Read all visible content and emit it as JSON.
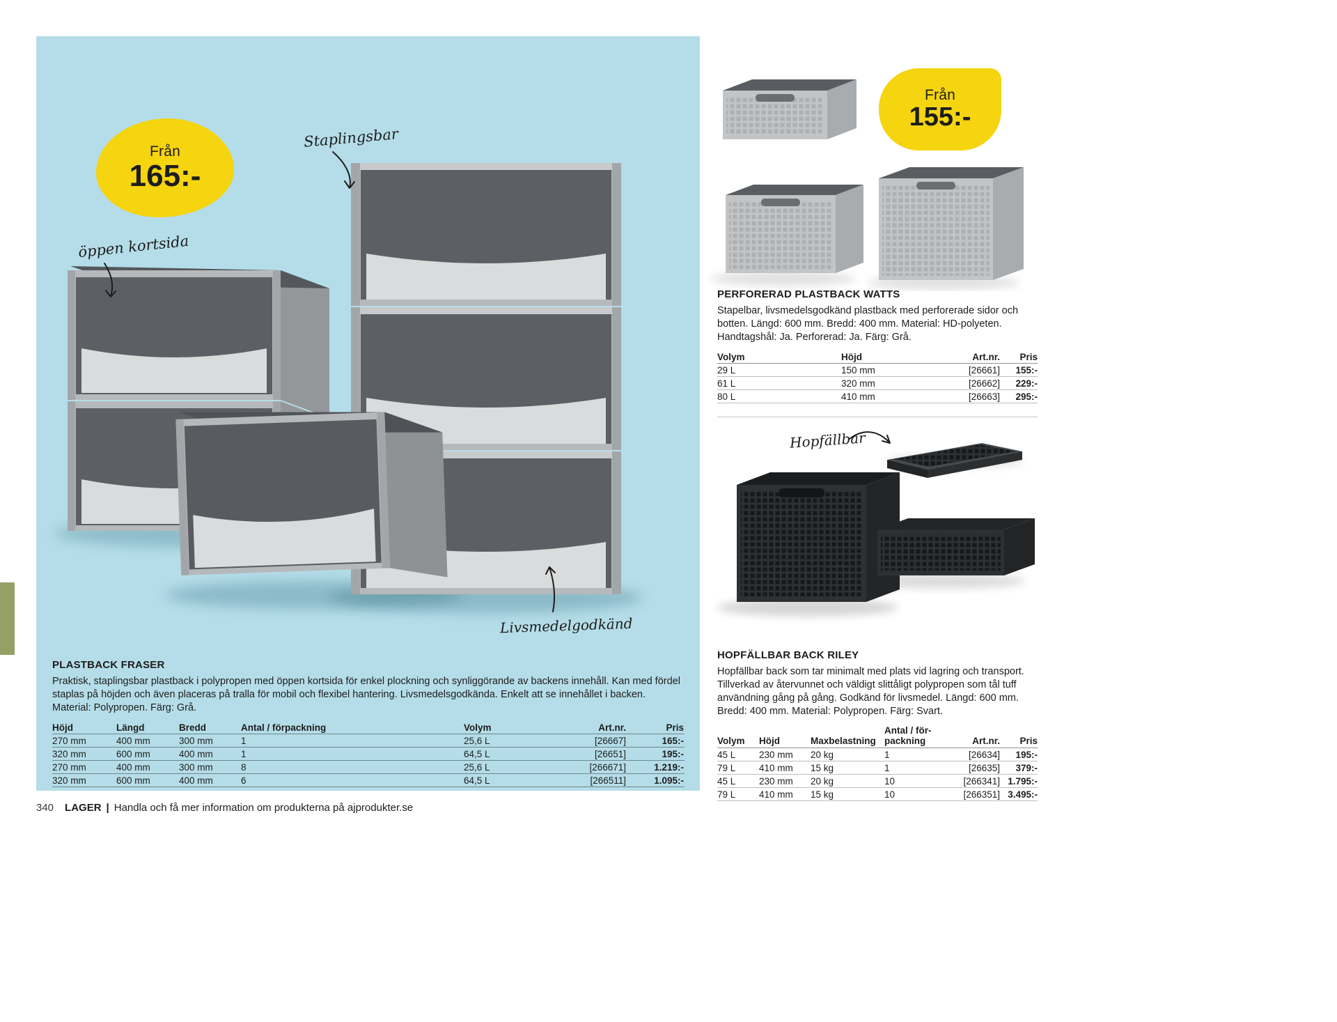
{
  "colors": {
    "panel_blue": "#b5dde9",
    "badge_yellow": "#f5d410",
    "tab_green": "#93a164"
  },
  "badges": {
    "fraser": {
      "prefix": "Från",
      "price": "165:-"
    },
    "watts": {
      "prefix": "Från",
      "price": "155:-"
    }
  },
  "annotations": {
    "staplingsbar": "Staplingsbar",
    "oppen_kortsida": "öppen kortsida",
    "livsmedelgodkand": "Livsmedelgodkänd",
    "hopfallbar": "Hopfällbar"
  },
  "fraser": {
    "title": "PLASTBACK FRASER",
    "description": "Praktisk, staplingsbar plastback i polypropen med öppen kortsida för enkel plockning och synliggörande av backens innehåll. Kan med fördel staplas på höjden och även placeras på tralla för mobil och flexibel hantering. Livsmedelsgodkända. Enkelt att se innehållet i backen. Material: Polypropen. Färg: Grå.",
    "table": {
      "headers": [
        "Höjd",
        "Längd",
        "Bredd",
        "Antal / förpackning",
        "Volym",
        "Art.nr.",
        "Pris"
      ],
      "rows": [
        [
          "270 mm",
          "400 mm",
          "300 mm",
          "1",
          "25,6 L",
          "[26667]",
          "165:-"
        ],
        [
          "320 mm",
          "600 mm",
          "400 mm",
          "1",
          "64,5 L",
          "[26651]",
          "195:-"
        ],
        [
          "270 mm",
          "400 mm",
          "300 mm",
          "8",
          "25,6 L",
          "[266671]",
          "1.219:-"
        ],
        [
          "320 mm",
          "600 mm",
          "400 mm",
          "6",
          "64,5 L",
          "[266511]",
          "1.095:-"
        ]
      ]
    }
  },
  "watts": {
    "title": "PERFORERAD PLASTBACK WATTS",
    "description": "Stapelbar, livsmedelsgodkänd plastback med perforerade sidor och botten. Längd: 600 mm. Bredd: 400 mm. Material: HD-polyeten. Handtagshål: Ja. Perforerad: Ja. Färg: Grå.",
    "table": {
      "headers": [
        "Volym",
        "Höjd",
        "Art.nr.",
        "Pris"
      ],
      "rows": [
        [
          "29 L",
          "150 mm",
          "[26661]",
          "155:-"
        ],
        [
          "61 L",
          "320 mm",
          "[26662]",
          "229:-"
        ],
        [
          "80 L",
          "410 mm",
          "[26663]",
          "295:-"
        ]
      ]
    }
  },
  "riley": {
    "title": "HOPFÄLLBAR BACK RILEY",
    "description": "Hopfällbar back som tar minimalt med plats vid lagring och transport. Tillverkad av återvunnet och väldigt slittåligt polypropen som tål tuff användning gång på gång. Godkänd för livsmedel. Längd: 600 mm. Bredd: 400 mm. Material: Polypropen. Färg: Svart.",
    "table": {
      "headers": [
        "Volym",
        "Höjd",
        "Maxbelastning",
        "Antal / för-\npackning",
        "Art.nr.",
        "Pris"
      ],
      "rows": [
        [
          "45 L",
          "230 mm",
          "20 kg",
          "1",
          "[26634]",
          "195:-"
        ],
        [
          "79 L",
          "410 mm",
          "15 kg",
          "1",
          "[26635]",
          "379:-"
        ],
        [
          "45 L",
          "230 mm",
          "20 kg",
          "10",
          "[266341]",
          "1.795:-"
        ],
        [
          "79 L",
          "410 mm",
          "15 kg",
          "10",
          "[266351]",
          "3.495:-"
        ]
      ]
    }
  },
  "footer": {
    "page_number": "340",
    "section": "LAGER",
    "separator": "|",
    "text": "Handla och få mer information om produkterna på ajprodukter.se"
  }
}
